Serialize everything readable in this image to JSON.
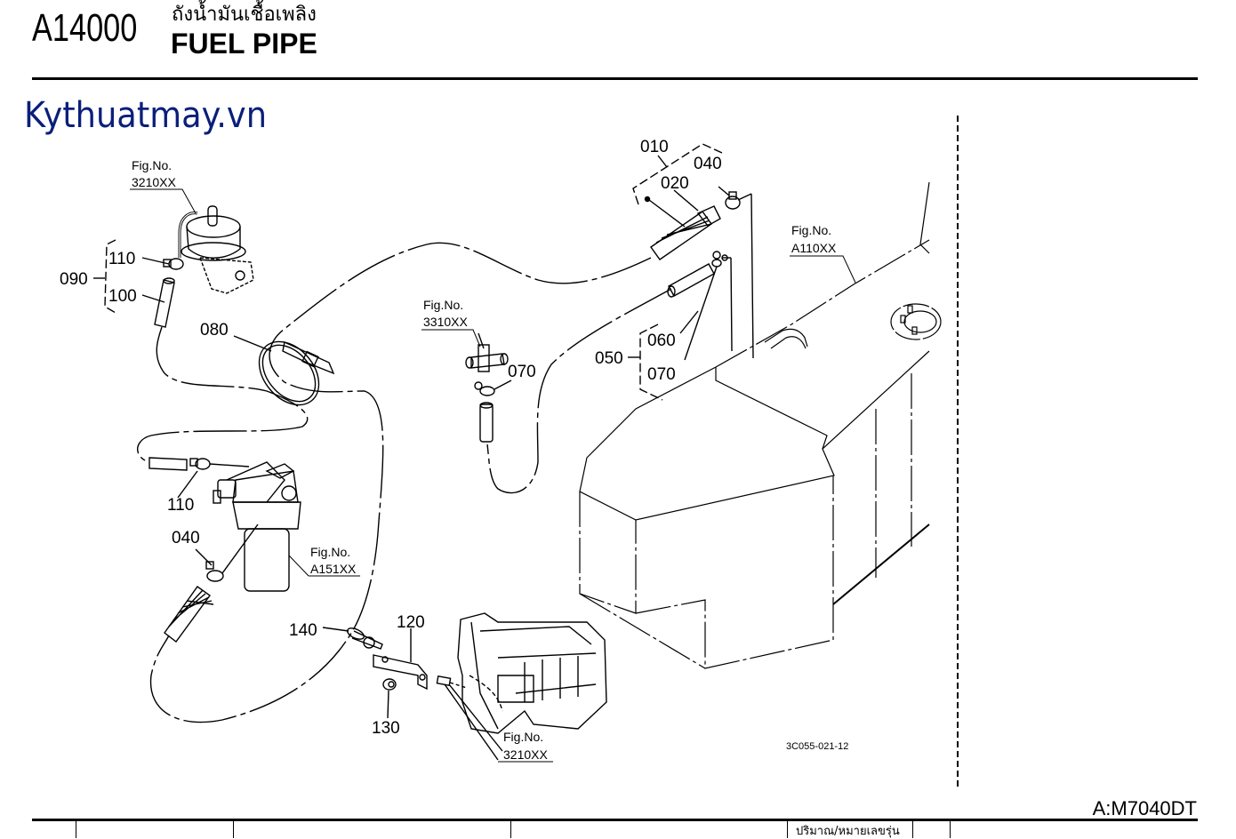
{
  "header": {
    "section_code": "A14000",
    "title_thai": "ถังน้ำมันเชื้อเพลิง",
    "title": "FUEL PIPE"
  },
  "watermark": "Kythuatmay.vn",
  "drawing_number": "3C055-021-12",
  "model": "A:M7040DT",
  "parts_table": {
    "quantity_header": "ปริมาณ/หมายเลขรุ่น"
  },
  "callouts": {
    "p010": "010",
    "p020": "020",
    "p040a": "040",
    "p040b": "040",
    "p050": "050",
    "p060": "060",
    "p070a": "070",
    "p070b": "070",
    "p080": "080",
    "p090": "090",
    "p100": "100",
    "p110a": "110",
    "p110b": "110",
    "p120": "120",
    "p130": "130",
    "p140": "140"
  },
  "figure_refs": {
    "fuel_pump": {
      "label": "Fig.No.",
      "number": "3210XX"
    },
    "tee_joint": {
      "label": "Fig.No.",
      "number": "3310XX"
    },
    "fuel_tank": {
      "label": "Fig.No.",
      "number": "A110XX"
    },
    "fuel_filter": {
      "label": "Fig.No.",
      "number": "A151XX"
    },
    "engine_block": {
      "label": "Fig.No.",
      "number": "3210XX"
    }
  }
}
